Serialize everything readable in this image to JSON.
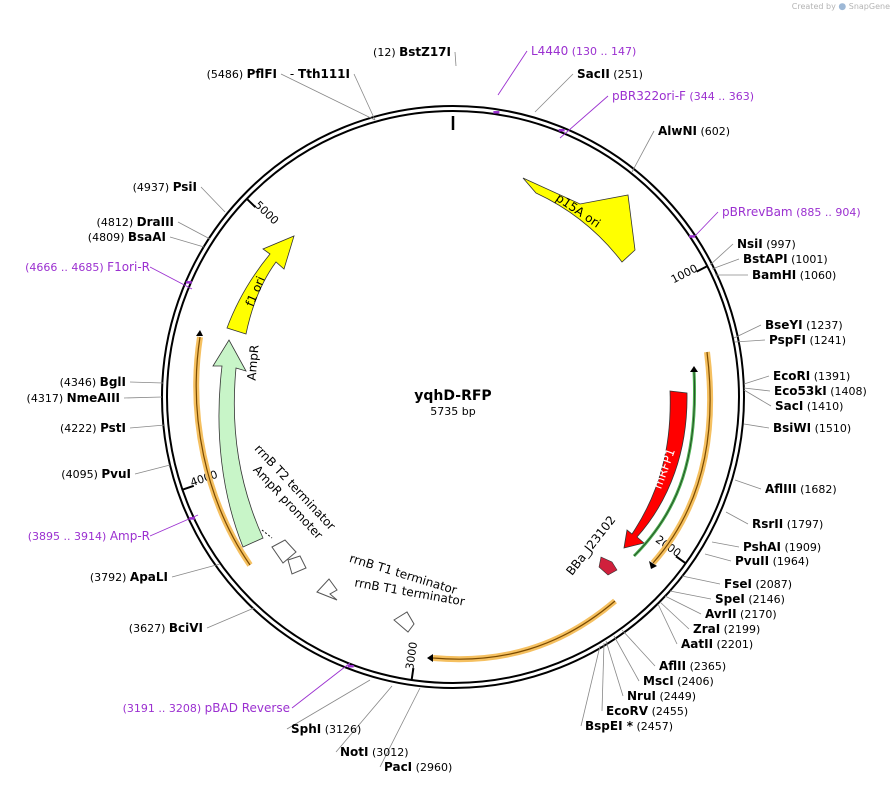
{
  "credit": {
    "created_by": "Created by",
    "brand": "SnapGene"
  },
  "plasmid": {
    "name": "yqhD-RFP",
    "length_label": "5735 bp",
    "total_bp": 5735
  },
  "colors": {
    "primer": "#9b30d0",
    "yellow": "#ffff00",
    "green_feat": "#c8f5c8",
    "red_feat": "#ff0000",
    "orange_halo": "#f5c060",
    "backbone": "#000000"
  },
  "ticks": [
    {
      "pos": 1000,
      "label": "1000"
    },
    {
      "pos": 2000,
      "label": "2000"
    },
    {
      "pos": 3000,
      "label": "3000"
    },
    {
      "pos": 4000,
      "label": "4000"
    },
    {
      "pos": 5000,
      "label": "5000"
    }
  ],
  "enzymes": [
    {
      "id": "bstz17i",
      "name": "BstZ17I",
      "pos": "(12)",
      "bp": 12
    },
    {
      "id": "sacii",
      "name": "SacII",
      "pos": "(251)",
      "bp": 251
    },
    {
      "id": "alwni",
      "name": "AlwNI",
      "pos": "(602)",
      "bp": 602
    },
    {
      "id": "nsii",
      "name": "NsiI",
      "pos": "(997)",
      "bp": 997
    },
    {
      "id": "bstapi",
      "name": "BstAPI",
      "pos": "(1001)",
      "bp": 1001
    },
    {
      "id": "bamhi",
      "name": "BamHI",
      "pos": "(1060)",
      "bp": 1060
    },
    {
      "id": "bseyi",
      "name": "BseYI",
      "pos": "(1237)",
      "bp": 1237
    },
    {
      "id": "pspfi",
      "name": "PspFI",
      "pos": "(1241)",
      "bp": 1241
    },
    {
      "id": "ecori",
      "name": "EcoRI",
      "pos": "(1391)",
      "bp": 1391
    },
    {
      "id": "eco53ki",
      "name": "Eco53kI",
      "pos": "(1408)",
      "bp": 1408
    },
    {
      "id": "saci",
      "name": "SacI",
      "pos": "(1410)",
      "bp": 1410
    },
    {
      "id": "bsiwi",
      "name": "BsiWI",
      "pos": "(1510)",
      "bp": 1510
    },
    {
      "id": "aflIII",
      "name": "AflIII",
      "pos": "(1682)",
      "bp": 1682
    },
    {
      "id": "rsrii",
      "name": "RsrII",
      "pos": "(1797)",
      "bp": 1797
    },
    {
      "id": "pshai",
      "name": "PshAI",
      "pos": "(1909)",
      "bp": 1909
    },
    {
      "id": "pvuii",
      "name": "PvuII",
      "pos": "(1964)",
      "bp": 1964
    },
    {
      "id": "fsei",
      "name": "FseI",
      "pos": "(2087)",
      "bp": 2087
    },
    {
      "id": "spei",
      "name": "SpeI",
      "pos": "(2146)",
      "bp": 2146
    },
    {
      "id": "avrii",
      "name": "AvrII",
      "pos": "(2170)",
      "bp": 2170
    },
    {
      "id": "zrai",
      "name": "ZraI",
      "pos": "(2199)",
      "bp": 2199
    },
    {
      "id": "aatii",
      "name": "AatII",
      "pos": "(2201)",
      "bp": 2201
    },
    {
      "id": "aflii",
      "name": "AflII",
      "pos": "(2365)",
      "bp": 2365
    },
    {
      "id": "msci",
      "name": "MscI",
      "pos": "(2406)",
      "bp": 2406
    },
    {
      "id": "nrui",
      "name": "NruI",
      "pos": "(2449)",
      "bp": 2449
    },
    {
      "id": "ecorv",
      "name": "EcoRV",
      "pos": "(2455)",
      "bp": 2455
    },
    {
      "id": "bspei",
      "name": "BspEI",
      "star": "*",
      "pos": "(2457)",
      "bp": 2457
    },
    {
      "id": "paci",
      "name": "PacI",
      "pos": "(2960)",
      "bp": 2960
    },
    {
      "id": "noti",
      "name": "NotI",
      "pos": "(3012)",
      "bp": 3012
    },
    {
      "id": "sphi",
      "name": "SphI",
      "pos": "(3126)",
      "bp": 3126
    },
    {
      "id": "bcivi",
      "name": "BciVI",
      "pos": "(3627)",
      "bp": 3627
    },
    {
      "id": "apali",
      "name": "ApaLI",
      "pos": "(3792)",
      "bp": 3792
    },
    {
      "id": "pvui",
      "name": "PvuI",
      "pos": "(4095)",
      "bp": 4095
    },
    {
      "id": "psti",
      "name": "PstI",
      "pos": "(4222)",
      "bp": 4222
    },
    {
      "id": "nmeaiii",
      "name": "NmeAIII",
      "pos": "(4317)",
      "bp": 4317
    },
    {
      "id": "bgli",
      "name": "BglI",
      "pos": "(4346)",
      "bp": 4346
    },
    {
      "id": "bsaai",
      "name": "BsaAI",
      "pos": "(4809)",
      "bp": 4809
    },
    {
      "id": "draiii",
      "name": "DraIII",
      "pos": "(4812)",
      "bp": 4812
    },
    {
      "id": "psii",
      "name": "PsiI",
      "pos": "(4937)",
      "bp": 4937
    },
    {
      "id": "pflfi",
      "name": "PflFI",
      "pos": "(5486)",
      "bp": 5486
    },
    {
      "id": "tth111i",
      "name": "Tth111I",
      "sep": "-"
    }
  ],
  "primers": [
    {
      "id": "l4440",
      "name": "L4440",
      "range": "(130 .. 147)",
      "bp": 138
    },
    {
      "id": "pbr322ori-f",
      "name": "pBR322ori-F",
      "range": "(344 .. 363)",
      "bp": 353
    },
    {
      "id": "pbrrevbam",
      "name": "pBRrevBam",
      "range": "(885 .. 904)",
      "bp": 894
    },
    {
      "id": "f1ori-r",
      "name": "F1ori-R",
      "range": "(4666 .. 4685)",
      "bp": 4675
    },
    {
      "id": "amp-r",
      "name": "Amp-R",
      "range": "(3895 .. 3914)",
      "bp": 3904
    },
    {
      "id": "pbad-reverse",
      "name": "pBAD Reverse",
      "range": "(3191 .. 3208)",
      "bp": 3199
    }
  ],
  "features": {
    "p15a_ori": "p15A ori",
    "f1_ori": "f1 ori",
    "ampr": "AmpR",
    "mrfp1": "mRFP1",
    "bba": "BBa_J23102",
    "rrnb_t2": "rrnB T2 terminator",
    "ampr_promoter": "AmpR promoter",
    "rrnb_t1_a": "rrnB T1 terminator",
    "rrnb_t1_b": "rrnB T1 terminator"
  }
}
